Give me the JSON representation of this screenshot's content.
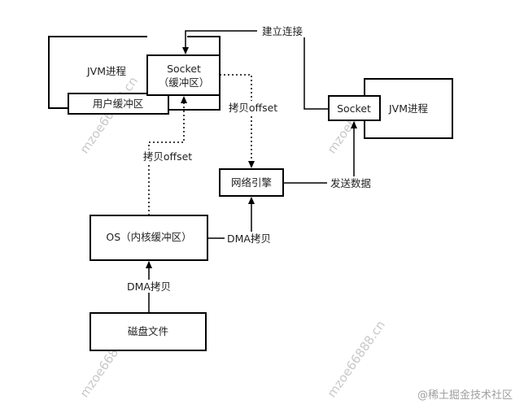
{
  "diagram": {
    "jvm_left_label": "JVM进程",
    "user_buffer": "用户缓冲区",
    "socket_left_line1": "Socket",
    "socket_left_line2": "（缓冲区）",
    "establish_connection": "建立连接",
    "socket_right": "Socket",
    "jvm_right_label": "JVM进程",
    "copy_offset_top": "拷贝offset",
    "copy_offset_left": "拷贝offset",
    "network_engine": "网络引擎",
    "send_data": "发送数据",
    "os_kernel_buffer": "OS（内核缓冲区）",
    "dma_copy_right": "DMA拷贝",
    "dma_copy_bottom": "DMA拷贝",
    "disk_file": "磁盘文件"
  },
  "watermarks": [
    "mzoe66888.cn",
    "mzoe66888.cn",
    "mzoe66888.cn",
    "mzoe66888.cn"
  ],
  "credit": "@稀土掘金技术社区",
  "colors": {
    "stroke": "#000000",
    "text": "#222222",
    "watermark": "#c8c8c8",
    "credit": "#a0a0a0"
  }
}
